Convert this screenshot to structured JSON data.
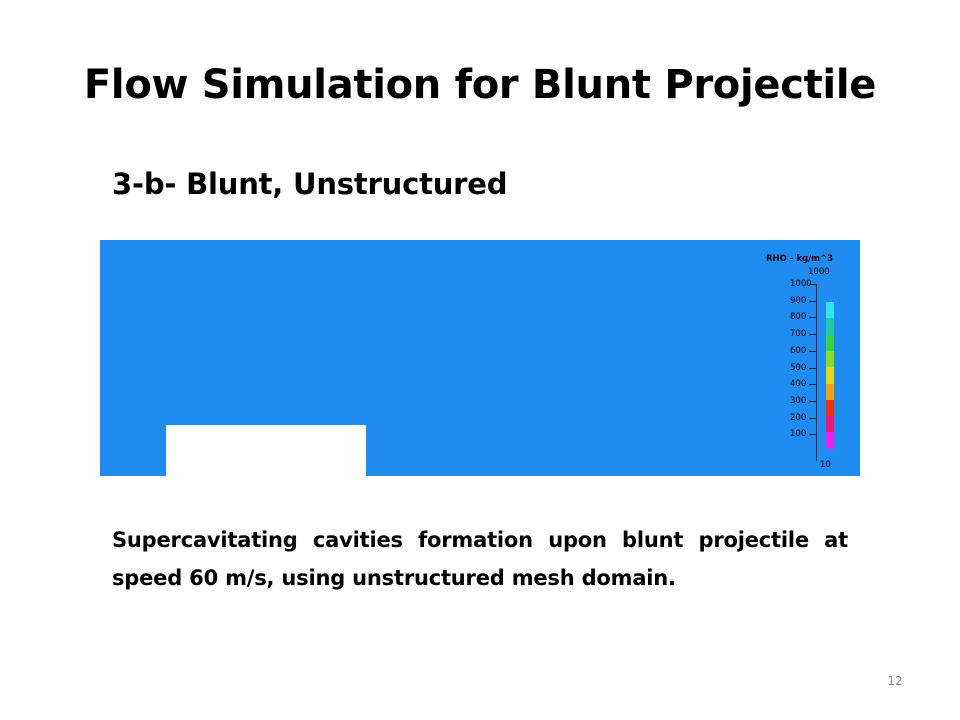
{
  "slide": {
    "title": "Flow Simulation for Blunt Projectile",
    "subtitle": "3-b- Blunt, Unstructured",
    "caption": "Supercavitating cavities formation upon blunt projectile at speed 60 m/s, using unstructured mesh domain.",
    "page_number": "12"
  },
  "simulation": {
    "background_color": "#1e8cf0",
    "legend": {
      "title": "RHO - kg/m^3",
      "max_label": "1000",
      "min_label": "10",
      "ticks": [
        "1000",
        "900",
        "800",
        "700",
        "600",
        "500",
        "400",
        "300",
        "200",
        "100"
      ],
      "color_bands": [
        {
          "color": "#33e6f2"
        },
        {
          "color": "#22c8a0"
        },
        {
          "color": "#33d640"
        },
        {
          "color": "#88e020"
        },
        {
          "color": "#e8d418"
        },
        {
          "color": "#f5a010"
        },
        {
          "color": "#f03010"
        },
        {
          "color": "#f01878"
        },
        {
          "color": "#ee22ee"
        }
      ]
    }
  }
}
